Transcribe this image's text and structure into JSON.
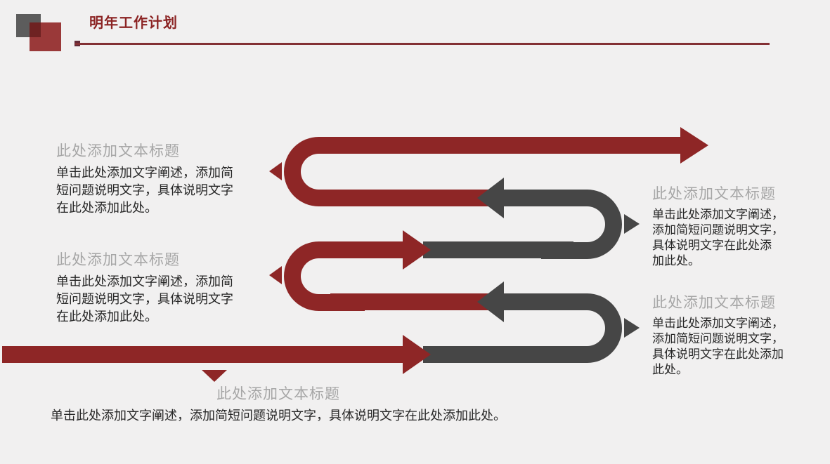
{
  "slide": {
    "title": "明年工作计划",
    "colors": {
      "arrow_red": "#8e2626",
      "arrow_gray": "#464646",
      "title_red": "#8b2323",
      "heading_gray": "#a6a6a6",
      "body_text": "#262626",
      "background": "#f1f0f0"
    }
  },
  "blocks": {
    "left1": {
      "title": "此处添加文本标题",
      "lines": [
        "单击此处添加文字阐述，添加简",
        "短问题说明文字，具体说明文字",
        "在此处添加此处。"
      ]
    },
    "left2": {
      "title": "此处添加文本标题",
      "lines": [
        "单击此处添加文字阐述，添加简",
        "短问题说明文字，具体说明文字",
        "在此处添加此处。"
      ]
    },
    "right1": {
      "title": "此处添加文本标题",
      "lines": [
        "单击此处添加文字阐述，",
        "添加简短问题说明文字，",
        "具体说明文字在此处添",
        "加此处。"
      ]
    },
    "right2": {
      "title": "此处添加文本标题",
      "lines": [
        "单击此处添加文字阐述，",
        "添加简短问题说明文字，",
        "具体说明文字在此处添加",
        "此处。"
      ]
    },
    "bottom": {
      "title": "此处添加文本标题",
      "lines": [
        "单击此处添加文字阐述，添加简短问题说明文字，具体说明文字在此处添加此处。"
      ]
    }
  }
}
